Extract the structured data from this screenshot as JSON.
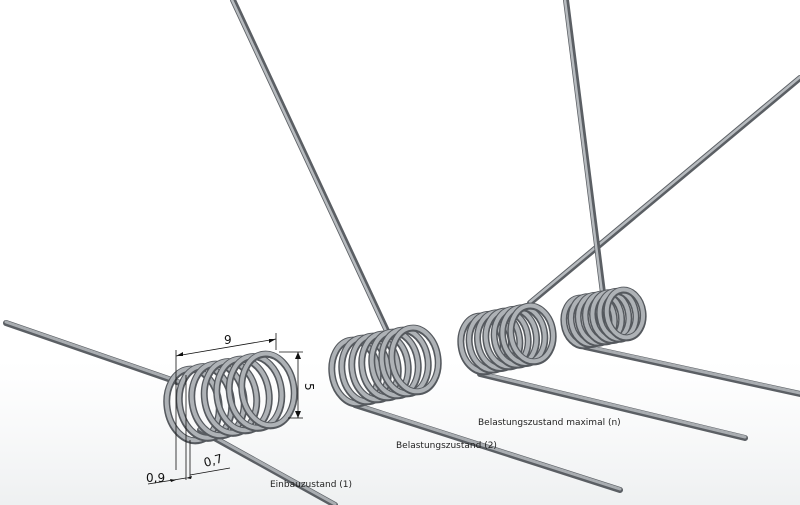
{
  "states": [
    {
      "label": "Einbauzustand (1)"
    },
    {
      "label": "Belastungszustand (2)"
    },
    {
      "label": "Belastungszustand maximal (n)"
    }
  ],
  "dimensions": {
    "length": "9",
    "height": "5",
    "wire_a": "0,9",
    "wire_b": "0,7"
  },
  "colors": {
    "wire": "#8d9196",
    "wire_dark": "#5b5f64",
    "wire_light": "#c9ccd0",
    "background": "#ffffff"
  }
}
